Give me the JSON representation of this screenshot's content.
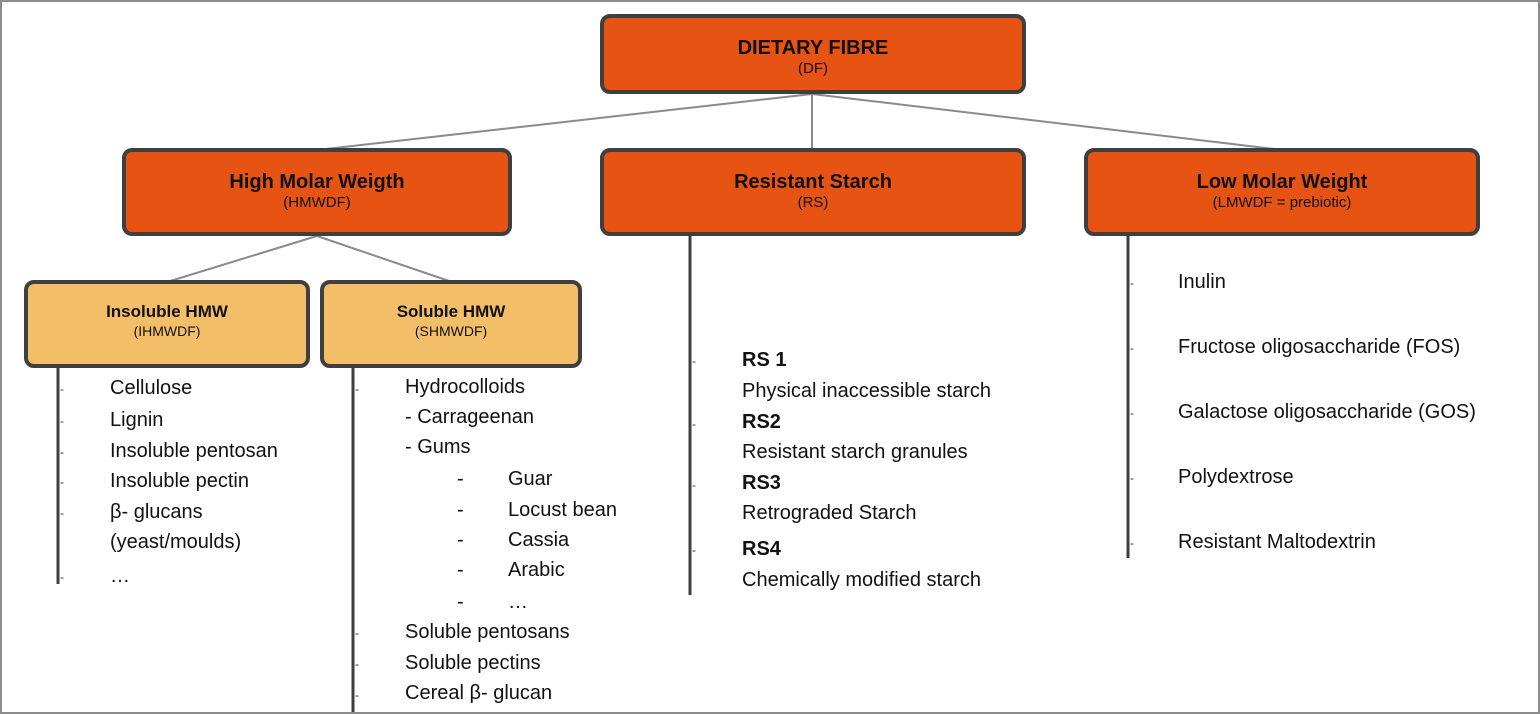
{
  "root": {
    "title": "DIETARY FIBRE",
    "subtitle": "(DF)"
  },
  "hmw": {
    "title": "High Molar Weigth",
    "subtitle": "(HMWDF)"
  },
  "rs": {
    "title": "Resistant Starch",
    "subtitle": "(RS)"
  },
  "lmw": {
    "title": "Low Molar Weight",
    "subtitle": "(LMWDF = prebiotic)"
  },
  "insoluble": {
    "title": "Insoluble HMW",
    "subtitle": "(IHMWDF)",
    "items": [
      "Cellulose",
      "Lignin",
      "Insoluble pentosan",
      "Insoluble pectin",
      "β- glucans",
      "(yeast/moulds)",
      "…"
    ]
  },
  "soluble": {
    "title": "Soluble HMW",
    "subtitle": "(SHMWDF)",
    "hydrocolloids": "Hydrocolloids",
    "carrageenan": "- Carrageenan",
    "gums": "- Gums",
    "gum_items": [
      "Guar",
      "Locust bean",
      "Cassia",
      "Arabic",
      "…"
    ],
    "gum_dash": "-",
    "others": [
      "Soluble pentosans",
      "Soluble pectins",
      "Cereal β- glucan"
    ]
  },
  "rs_items": [
    {
      "label": "RS 1",
      "desc": "Physical inaccessible  starch"
    },
    {
      "label": "RS2",
      "desc": "Resistant starch granules"
    },
    {
      "label": "RS3",
      "desc": "Retrograded Starch"
    },
    {
      "label": "RS4",
      "desc": "Chemically modified starch"
    }
  ],
  "lmw_items": [
    "Inulin",
    "Fructose oligosaccharide (FOS)",
    "Galactose oligosaccharide (GOS)",
    "Polydextrose",
    "Resistant Maltodextrin"
  ],
  "tick_mark": "-",
  "colors": {
    "node_orange": "#e65313",
    "node_yellow": "#f2bf68",
    "node_border": "#3f3f3f",
    "connector": "#8a8a8a",
    "list_line": "#3f3f3f"
  }
}
